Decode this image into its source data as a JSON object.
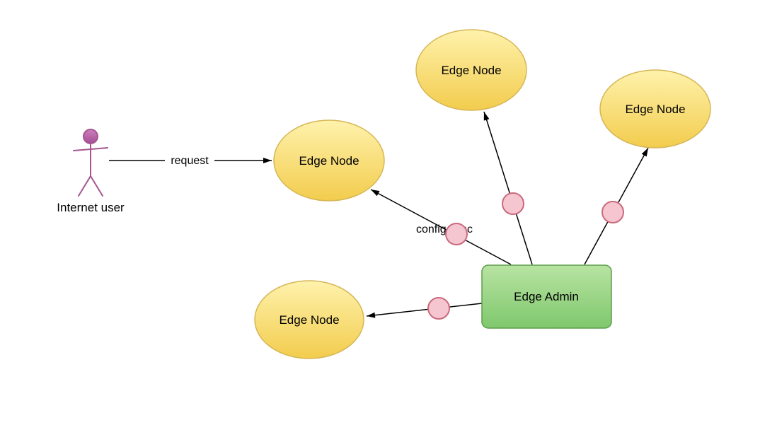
{
  "diagram": {
    "actor": {
      "label": "Internet user"
    },
    "nodes": [
      {
        "id": "edge-node-left",
        "label": "Edge Node",
        "shape": "ellipse"
      },
      {
        "id": "edge-node-top",
        "label": "Edge Node",
        "shape": "ellipse"
      },
      {
        "id": "edge-node-right",
        "label": "Edge Node",
        "shape": "ellipse"
      },
      {
        "id": "edge-node-bottom",
        "label": "Edge Node",
        "shape": "ellipse"
      },
      {
        "id": "edge-admin",
        "label": "Edge Admin",
        "shape": "rounded-rect"
      }
    ],
    "connections": [
      {
        "from": "internet-user",
        "to": "edge-node-left",
        "label": "request"
      },
      {
        "from": "edge-admin",
        "to": "edge-node-top",
        "label": ""
      },
      {
        "from": "edge-admin",
        "to": "edge-node-right",
        "label": ""
      },
      {
        "from": "edge-admin",
        "to": "edge-node-left",
        "label": "config sync"
      },
      {
        "from": "edge-admin",
        "to": "edge-node-bottom",
        "label": ""
      }
    ],
    "colors": {
      "background": "#FFFFFF",
      "edge_node_fill_top": "#FFF2AC",
      "edge_node_fill_bottom": "#F2CC4D",
      "edge_node_stroke": "#D6B656",
      "edge_admin_fill_top": "#B8E3A2",
      "edge_admin_fill_bottom": "#7FC86D",
      "edge_admin_stroke": "#5D9E4C",
      "port_fill": "#F6C6D0",
      "port_stroke": "#C96A7E",
      "actor_stroke": "#A5558F",
      "actor_head_fill_top": "#CE7FBE",
      "actor_head_fill_bottom": "#A44E95",
      "arrow_color": "#000000",
      "label_color": "#000000"
    }
  }
}
